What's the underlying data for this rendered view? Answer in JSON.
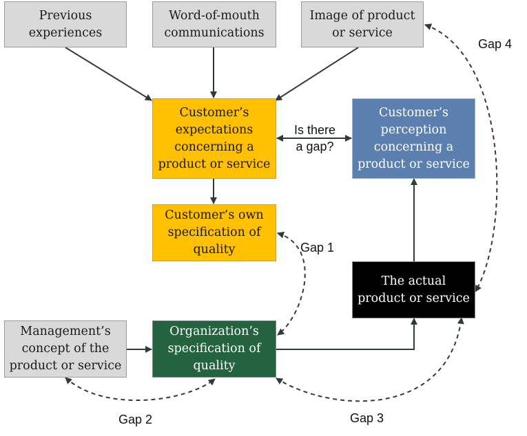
{
  "boxes": {
    "previous": "Previous\nexperiences",
    "wom": "Word-of-mouth\ncommunications",
    "image": "Image of product\nor service",
    "expectations": "Customer’s\nexpectations\nconcerning a\nproduct or service",
    "perception": "Customer’s\nperception\nconcerning a\nproduct or service",
    "own_spec": "Customer’s own\nspecification of\nquality",
    "actual": "The actual\nproduct or service",
    "management": "Management’s\nconcept of the\nproduct or service",
    "org_spec": "Organization’s\nspecification of\nquality"
  },
  "labels": {
    "is_gap": "Is there\na gap?",
    "gap1": "Gap 1",
    "gap2": "Gap 2",
    "gap3": "Gap 3",
    "gap4": "Gap 4"
  },
  "colors": {
    "gray": "#d9d9d9",
    "yellow": "#ffc000",
    "blue": "#5b7fae",
    "black": "#000000",
    "green": "#236340",
    "arrow": "#2f3b36"
  }
}
